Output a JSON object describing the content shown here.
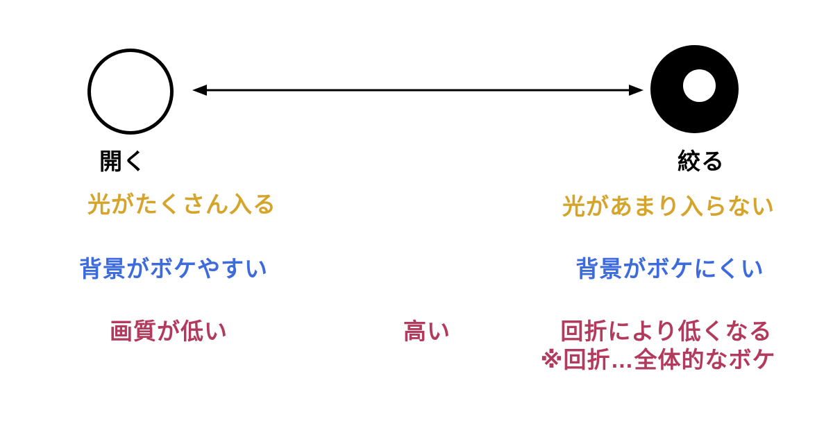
{
  "colors": {
    "ink": "#000000",
    "light_text": "#D4A42B",
    "bokeh_text": "#3E6BDB",
    "quality_text": "#B23A5C",
    "background": "#FFFFFF"
  },
  "diagram": {
    "open_label": "開く",
    "close_label": "絞る",
    "light_open": "光がたくさん入る",
    "light_close": "光があまり入らない",
    "bokeh_open": "背景がボケやすい",
    "bokeh_close": "背景がボケにくい",
    "quality_open": "画質が低い",
    "quality_mid": "高い",
    "quality_close": "回折により低くなる",
    "quality_note": "※回折…全体的なボケ"
  }
}
